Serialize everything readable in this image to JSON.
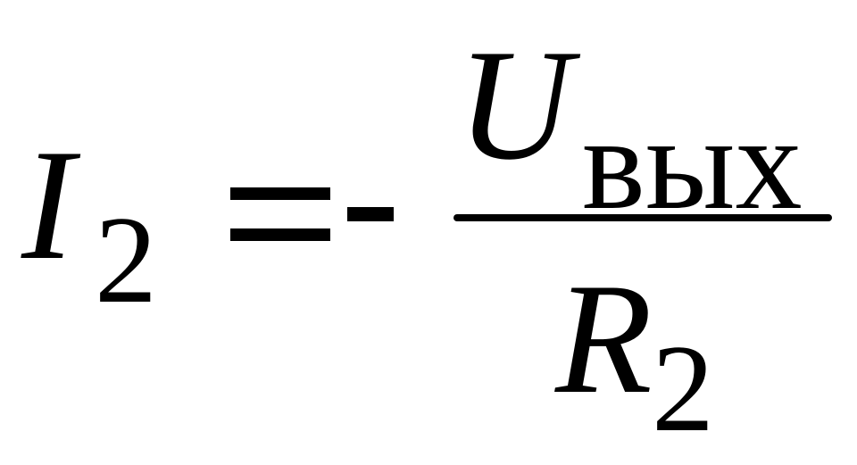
{
  "formula": {
    "lhs": {
      "variable": "I",
      "subscript": "2"
    },
    "operator": "=",
    "sign": "-",
    "rhs": {
      "numerator": {
        "variable": "U",
        "subscript": "вых"
      },
      "denominator": {
        "variable": "R",
        "subscript": "2"
      }
    }
  }
}
